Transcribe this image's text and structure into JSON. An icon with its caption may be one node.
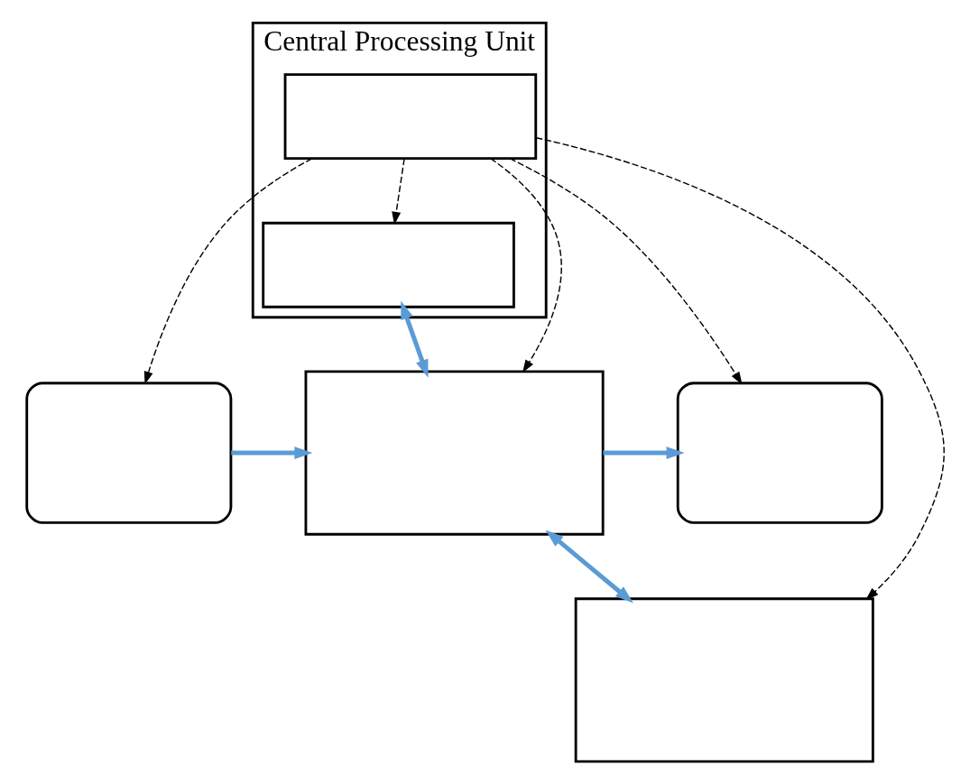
{
  "diagram": {
    "nodes": [
      {
        "text": [
          "Central Processing Unit"
        ]
      },
      {
        "text": [],
        "shape": "box",
        "in": 0
      },
      {
        "text": [],
        "shape": "box",
        "in": 0
      },
      {
        "text": [],
        "shape": "box"
      },
      {
        "text": [],
        "shape": "box"
      },
      {
        "text": [],
        "shape": "box"
      },
      {
        "text": [],
        "shape": "box"
      }
    ],
    "edges": [
      {
        "from": 1,
        "to": 3,
        "arrow": "to",
        "style": "dashed"
      },
      {
        "from": 1,
        "to": 6,
        "arrow": "to",
        "style": "dashed"
      },
      {
        "from": 1,
        "to": 2,
        "arrow": "to",
        "style": "dashed"
      },
      {
        "from": 1,
        "to": 4,
        "arrow": "to",
        "style": "dashed"
      },
      {
        "from": 1,
        "to": 5,
        "arrow": "to",
        "style": "dashed"
      },
      {
        "from": 2,
        "to": 4,
        "arrow": "both",
        "style": "thick",
        "color": "#5b9bd5"
      },
      {
        "from": 3,
        "to": 4,
        "arrow": "to",
        "style": "thick",
        "color": "#5b9bd5"
      },
      {
        "from": 4,
        "to": 5,
        "arrow": "to",
        "style": "thick",
        "color": "#5b9bd5"
      },
      {
        "from": 4,
        "to": 6,
        "arrow": "both",
        "style": "thick",
        "color": "#5b9bd5"
      }
    ]
  }
}
